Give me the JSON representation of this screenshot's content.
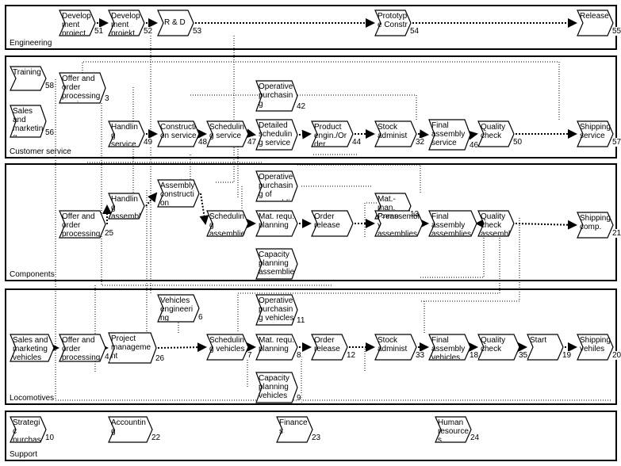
{
  "lanes": [
    {
      "id": "engineering",
      "label": "Engineering"
    },
    {
      "id": "customer",
      "label": "Customer service"
    },
    {
      "id": "components",
      "label": "Components"
    },
    {
      "id": "locomotives",
      "label": "Locomotives"
    },
    {
      "id": "support",
      "label": "Support"
    }
  ],
  "nodes": [
    {
      "id": "n51",
      "label": "Development project",
      "num": "51"
    },
    {
      "id": "n52",
      "label": "Development projekt",
      "num": "52"
    },
    {
      "id": "n53",
      "label": "R & D",
      "num": "53"
    },
    {
      "id": "n54",
      "label": "Prototype Constr",
      "num": "54"
    },
    {
      "id": "n55",
      "label": "Release",
      "num": "55"
    },
    {
      "id": "n58",
      "label": "Training",
      "num": "58"
    },
    {
      "id": "n56",
      "label": "Sales and marketing service",
      "num": "56"
    },
    {
      "id": "n3",
      "label": "Offer and order processing service",
      "num": "3"
    },
    {
      "id": "n42",
      "label": "Operative purchasing",
      "num": "42"
    },
    {
      "id": "n49",
      "label": "Handling service",
      "num": "49"
    },
    {
      "id": "n48",
      "label": "Construction service",
      "num": "48"
    },
    {
      "id": "n47",
      "label": "Scheduling service",
      "num": "47"
    },
    {
      "id": "nds",
      "label": "Detailed scheduling service",
      "num": ""
    },
    {
      "id": "n44",
      "label": "Product engin./Order",
      "num": "44"
    },
    {
      "id": "n32",
      "label": "Stock administ",
      "num": "32"
    },
    {
      "id": "n46",
      "label": "Final assembly service",
      "num": "46"
    },
    {
      "id": "n50",
      "label": "Quality check",
      "num": "50"
    },
    {
      "id": "n57",
      "label": "Shipping service",
      "num": "57"
    },
    {
      "id": "nhand",
      "label": "Handling assemblies",
      "num": ""
    },
    {
      "id": "nac",
      "label": "Assembly construction",
      "num": ""
    },
    {
      "id": "nopa",
      "label": "Operative purchasing of assemblies",
      "num": ""
    },
    {
      "id": "n13",
      "label": "Mat.-man. Comp",
      "num": "13"
    },
    {
      "id": "n25",
      "label": "Offer and order processing assemblies",
      "num": "25"
    },
    {
      "id": "nsa",
      "label": "Scheduling assemblies",
      "num": ""
    },
    {
      "id": "nmrp",
      "label": "Mat. requ. planning",
      "num": ""
    },
    {
      "id": "nora",
      "label": "Order release",
      "num": ""
    },
    {
      "id": "npre",
      "label": "Preassembly assemblies",
      "num": ""
    },
    {
      "id": "nfaa",
      "label": "Final assembly assemblies",
      "num": ""
    },
    {
      "id": "nqca",
      "label": "Quality check assemblies",
      "num": ""
    },
    {
      "id": "n21",
      "label": "Shipping comp.",
      "num": "21"
    },
    {
      "id": "ncpa",
      "label": "Capacity planning assemblies",
      "num": ""
    },
    {
      "id": "nve",
      "label": "Vehicles engineering",
      "num": "6"
    },
    {
      "id": "nopv",
      "label": "Operative purchasing vehicles",
      "num": "11"
    },
    {
      "id": "nsmv",
      "label": "Sales and marketing vehicles",
      "num": ""
    },
    {
      "id": "n4",
      "label": "Offer and order processing vehicles",
      "num": "4"
    },
    {
      "id": "n26",
      "label": "Project management",
      "num": "26"
    },
    {
      "id": "nsv",
      "label": "Scheduling vehicles",
      "num": "7"
    },
    {
      "id": "n8",
      "label": "Mat. requ. planning",
      "num": "8"
    },
    {
      "id": "n12",
      "label": "Order release",
      "num": "12"
    },
    {
      "id": "n33",
      "label": "Stock administ",
      "num": "33"
    },
    {
      "id": "n18",
      "label": "Final assembly vehicles",
      "num": "18"
    },
    {
      "id": "n35",
      "label": "Quality check",
      "num": "35"
    },
    {
      "id": "n19",
      "label": "Start",
      "num": "19"
    },
    {
      "id": "n20",
      "label": "Shipping vehiles",
      "num": "20"
    },
    {
      "id": "n9",
      "label": "Capacity planning vehicles",
      "num": "9"
    },
    {
      "id": "n10",
      "label": "Strategic purchase",
      "num": "10"
    },
    {
      "id": "n22",
      "label": "Accounting",
      "num": "22"
    },
    {
      "id": "n23",
      "label": "Finances",
      "num": "23"
    },
    {
      "id": "n24",
      "label": "Human resources",
      "num": "24"
    }
  ],
  "edges": [
    [
      "n51",
      "n52"
    ],
    [
      "n52",
      "n53"
    ],
    [
      "n53",
      "n54"
    ],
    [
      "n54",
      "n55"
    ],
    [
      "n49",
      "n48"
    ],
    [
      "n48",
      "n47"
    ],
    [
      "n47",
      "nds"
    ],
    [
      "nds",
      "n44"
    ],
    [
      "n44",
      "n32"
    ],
    [
      "n32",
      "n46"
    ],
    [
      "n46",
      "n50"
    ],
    [
      "n50",
      "n57"
    ],
    [
      "n25",
      "nhand"
    ],
    [
      "nhand",
      "nac"
    ],
    [
      "nac",
      "nsa"
    ],
    [
      "nsa",
      "nmrp"
    ],
    [
      "nmrp",
      "nora"
    ],
    [
      "nora",
      "npre"
    ],
    [
      "npre",
      "nfaa"
    ],
    [
      "nfaa",
      "nqca"
    ],
    [
      "nqca",
      "n21"
    ],
    [
      "nsmv",
      "n4"
    ],
    [
      "n4",
      "n26"
    ],
    [
      "n26",
      "nsv"
    ],
    [
      "nsv",
      "n8"
    ],
    [
      "n8",
      "n12"
    ],
    [
      "n12",
      "n33"
    ],
    [
      "n33",
      "n18"
    ],
    [
      "n18",
      "n35"
    ],
    [
      "n35",
      "n19"
    ],
    [
      "n19",
      "n20"
    ]
  ]
}
